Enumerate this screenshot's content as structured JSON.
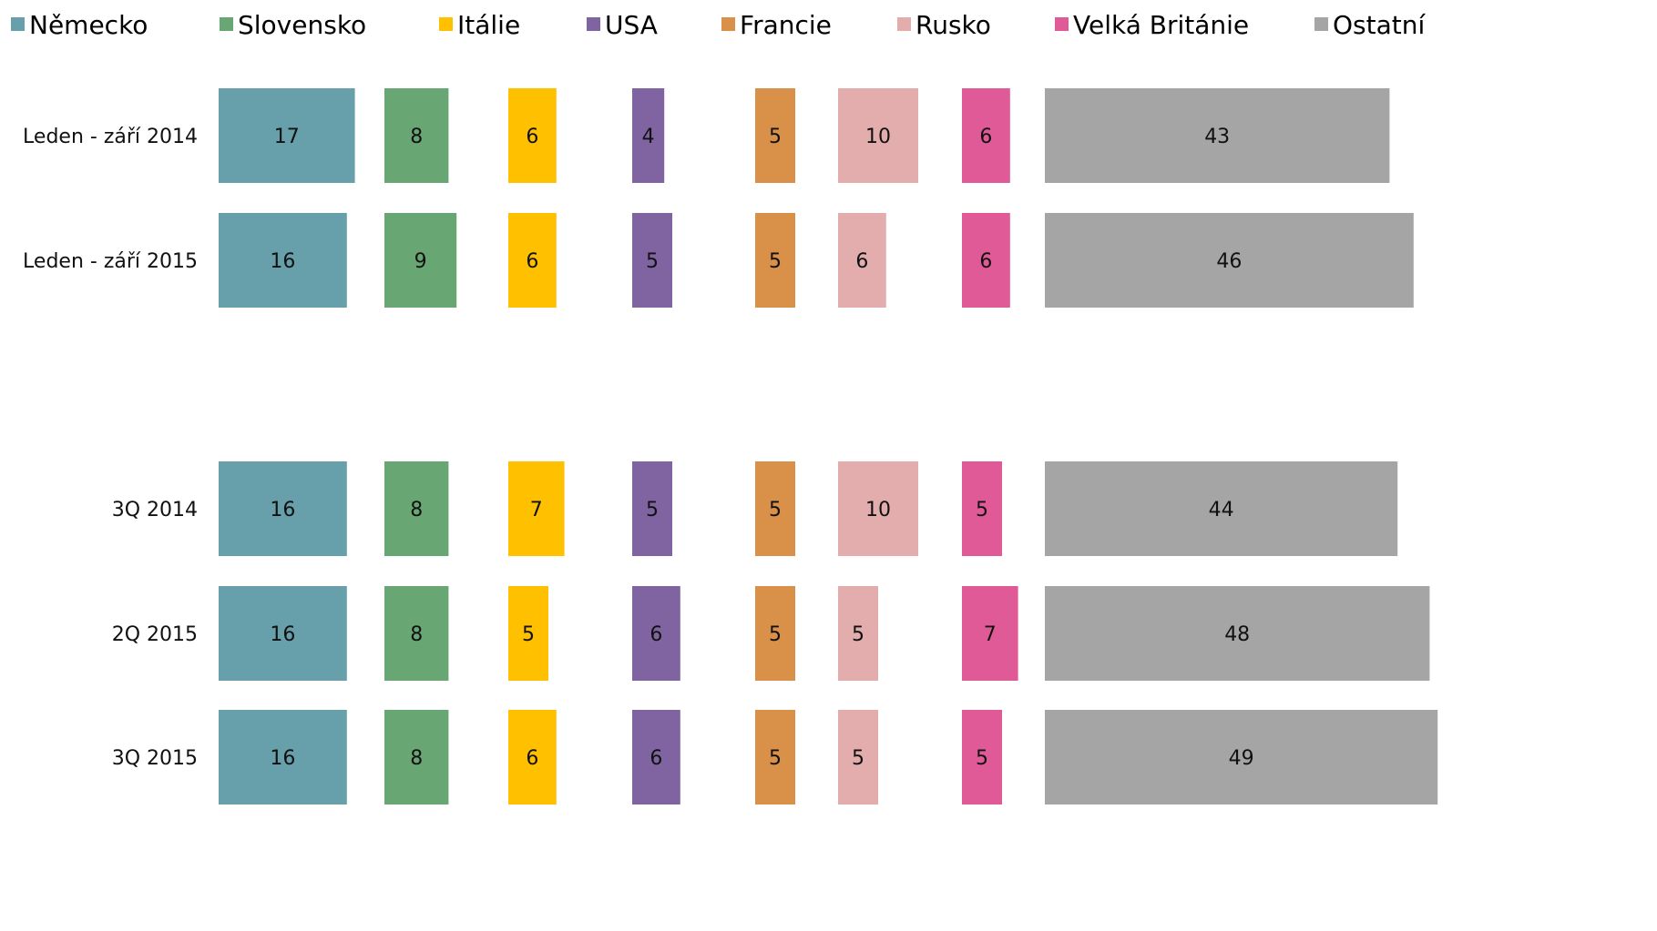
{
  "chart_data": {
    "type": "bar",
    "subtype": "small-multiples-horizontal",
    "title": "",
    "xlabel": "",
    "ylabel": "",
    "grid": false,
    "legend_position": "top",
    "series": [
      {
        "name": "Německo",
        "color": "#679fab"
      },
      {
        "name": "Slovensko",
        "color": "#68a673"
      },
      {
        "name": "Itálie",
        "color": "#ffc000"
      },
      {
        "name": "USA",
        "color": "#8064a2"
      },
      {
        "name": "Francie",
        "color": "#d99048"
      },
      {
        "name": "Rusko",
        "color": "#e2adac"
      },
      {
        "name": "Velká Británie",
        "color": "#e05a97"
      },
      {
        "name": "Ostatní",
        "color": "#a5a5a5"
      }
    ],
    "groups": [
      {
        "rows": [
          {
            "label": "Leden - září 2014",
            "values": [
              17,
              8,
              6,
              4,
              5,
              10,
              6,
              43
            ]
          },
          {
            "label": "Leden - září 2015",
            "values": [
              16,
              9,
              6,
              5,
              5,
              6,
              6,
              46
            ]
          }
        ]
      },
      {
        "rows": [
          {
            "label": "3Q 2014",
            "values": [
              16,
              8,
              7,
              5,
              5,
              10,
              5,
              44
            ]
          },
          {
            "label": "2Q 2015",
            "values": [
              16,
              8,
              5,
              6,
              5,
              5,
              7,
              48
            ]
          },
          {
            "label": "3Q 2015",
            "values": [
              16,
              8,
              6,
              6,
              5,
              5,
              5,
              49
            ]
          }
        ]
      }
    ]
  }
}
